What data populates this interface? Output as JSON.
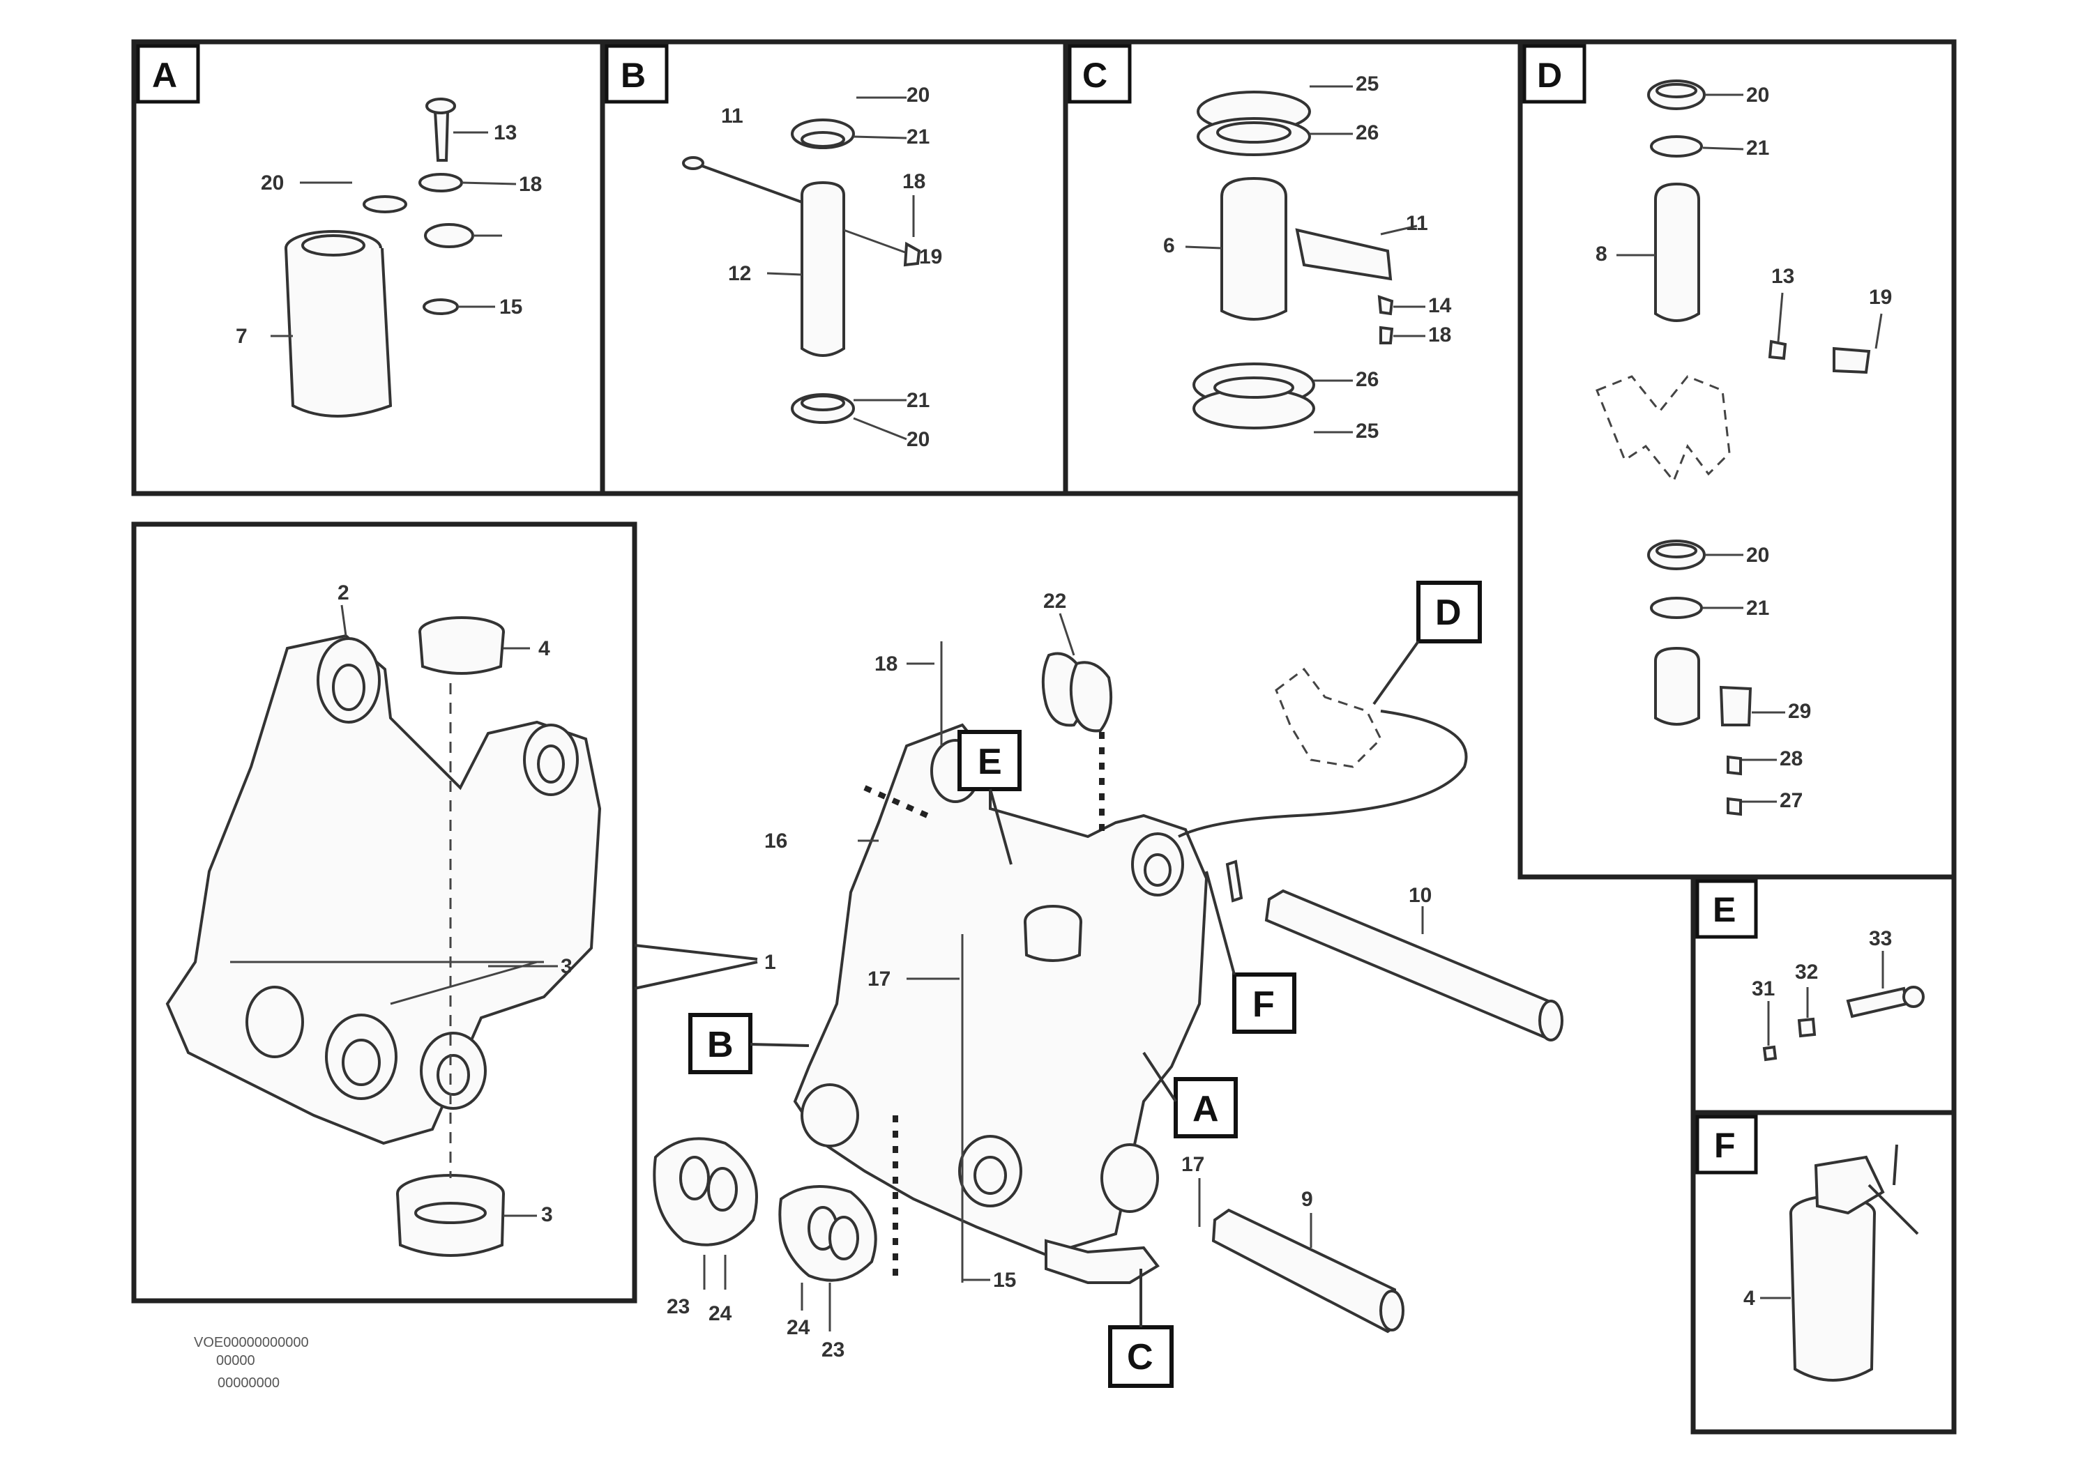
{
  "panels": {
    "A": {
      "label": "A",
      "callouts": [
        "13",
        "20",
        "18",
        "7",
        "15"
      ]
    },
    "B": {
      "label": "B",
      "callouts": [
        "20",
        "21",
        "11",
        "18",
        "19",
        "12",
        "21",
        "20"
      ]
    },
    "C": {
      "label": "C",
      "callouts": [
        "25",
        "26",
        "6",
        "11",
        "14",
        "18",
        "26",
        "25"
      ]
    },
    "D": {
      "label": "D",
      "callouts": [
        "20",
        "21",
        "8",
        "13",
        "19",
        "20",
        "21",
        "29",
        "28",
        "27"
      ]
    },
    "E": {
      "label": "E",
      "callouts": [
        "31",
        "32",
        "33"
      ]
    },
    "F": {
      "label": "F",
      "callouts": [
        "4"
      ]
    }
  },
  "detail_view": {
    "callouts": [
      "2",
      "4",
      "1",
      "3",
      "3"
    ]
  },
  "main_view": {
    "tags": [
      "D",
      "E",
      "F",
      "B",
      "A",
      "C"
    ],
    "callouts": [
      "18",
      "22",
      "16",
      "17",
      "10",
      "23",
      "24",
      "24",
      "23",
      "15",
      "17",
      "9"
    ]
  },
  "caption": {
    "line1": "VOE00000000000",
    "line2": "00000",
    "line3": "00000000"
  }
}
